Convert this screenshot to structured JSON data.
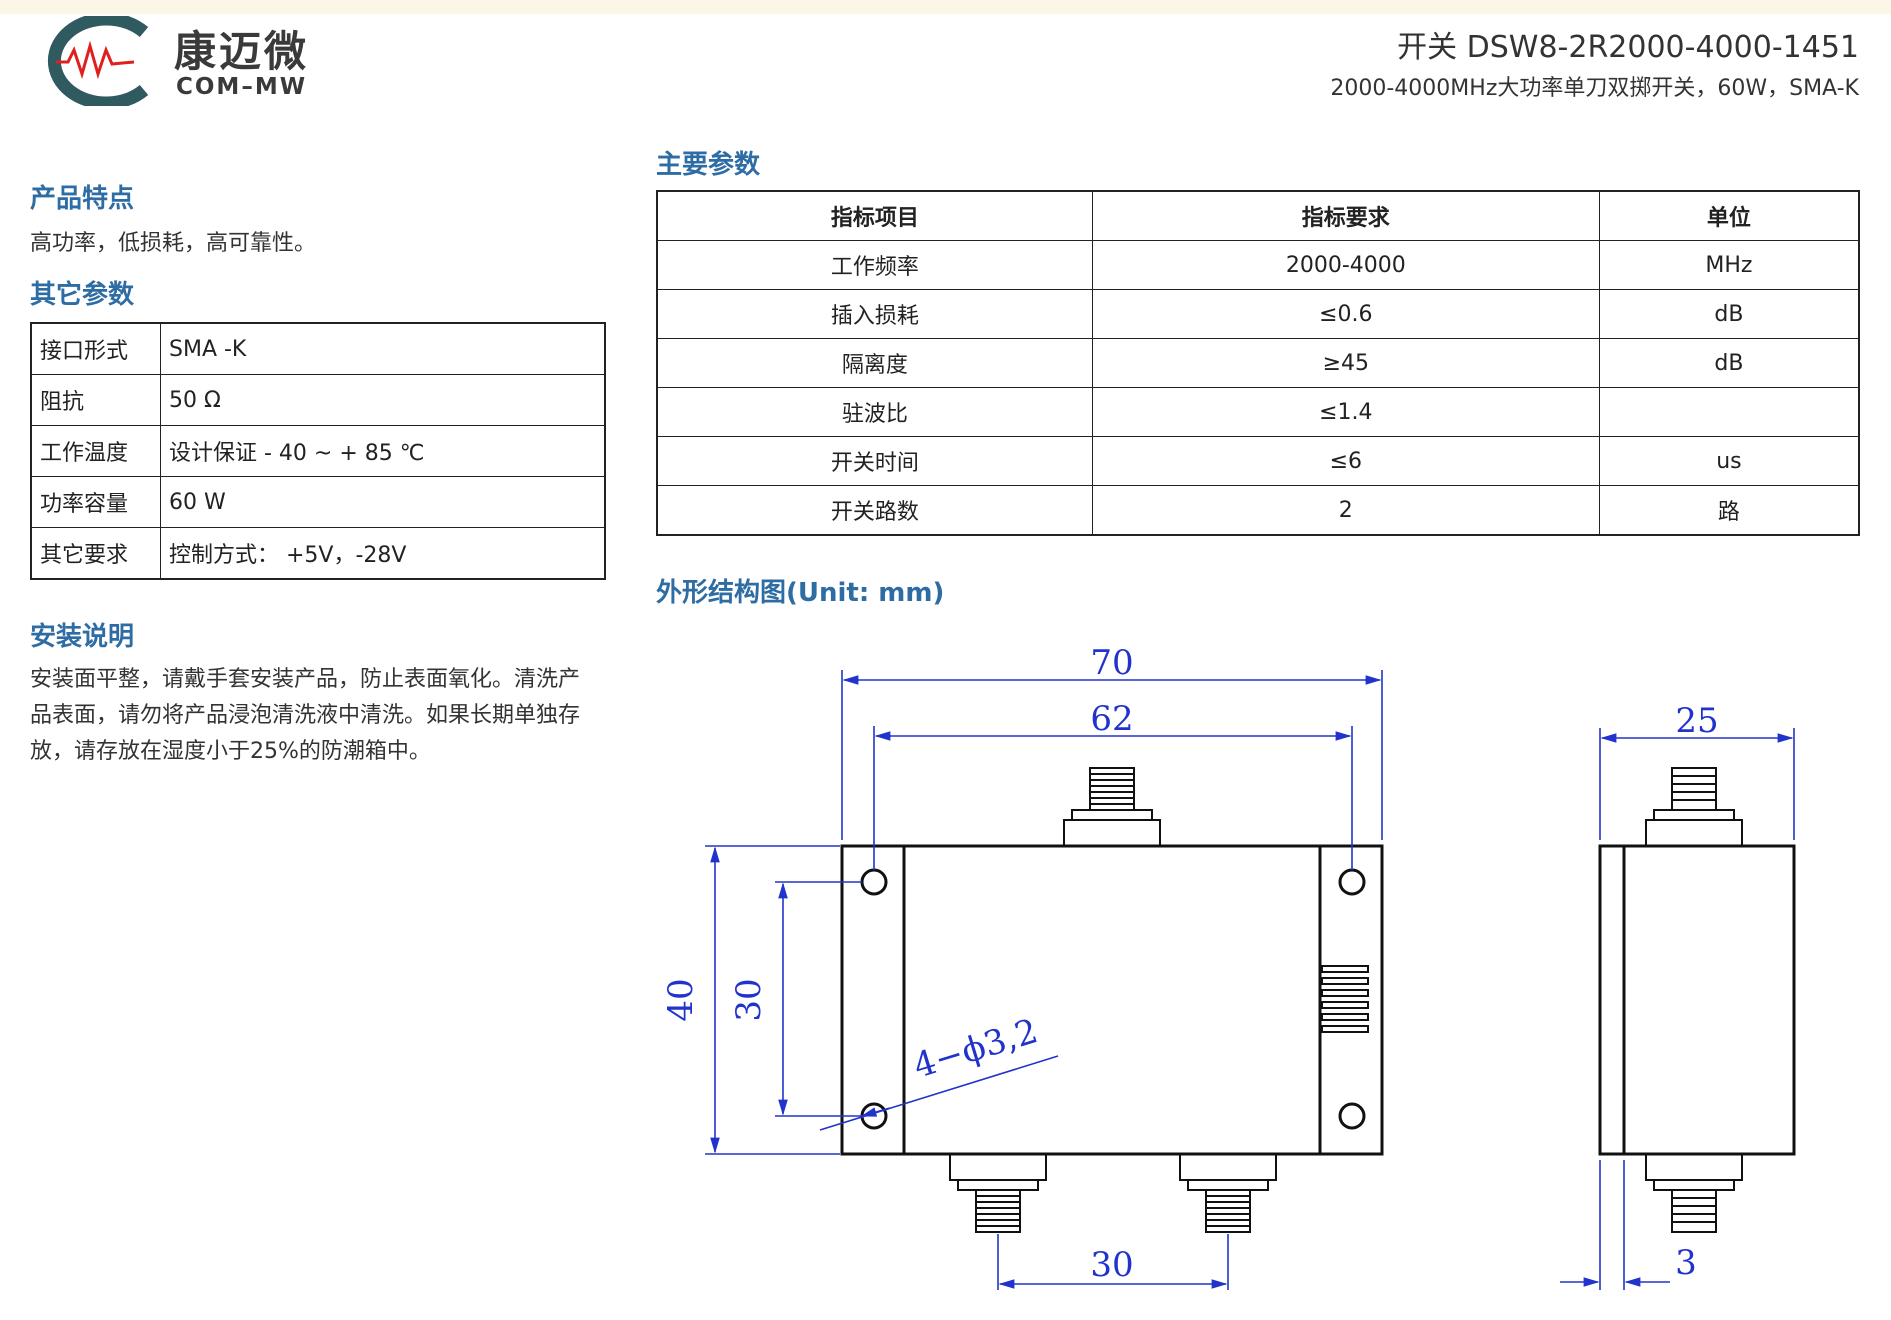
{
  "brand": {
    "name_cn": "康迈微",
    "name_en": "COM–MW",
    "logo_mark": "MW",
    "logo_color": "#2f5a5f",
    "wave_color": "#e02020"
  },
  "header": {
    "title": "开关 DSW8-2R2000-4000-1451",
    "subtitle": "2000-4000MHz大功率单刀双掷开关，60W，SMA-K"
  },
  "features": {
    "heading": "产品特点",
    "text": "高功率，低损耗，高可靠性。"
  },
  "other_params": {
    "heading": "其它参数",
    "rows": [
      {
        "key": "接口形式",
        "value": "SMA -K"
      },
      {
        "key": "阻抗",
        "value": "50 Ω"
      },
      {
        "key": "工作温度",
        "value": "设计保证 - 40 ~ + 85 ℃"
      },
      {
        "key": "功率容量",
        "value": "60 W"
      },
      {
        "key": "其它要求",
        "value": "控制方式： +5V，-28V"
      }
    ]
  },
  "install": {
    "heading": "安装说明",
    "lines": [
      "安装面平整，请戴手套安装产品，防止表面氧化。清洗产",
      "品表面，请勿将产品浸泡清洗液中清洗。如果长期单独存",
      "放，请存放在湿度小于25%的防潮箱中。"
    ]
  },
  "main_params": {
    "heading": "主要参数",
    "columns": [
      "指标项目",
      "指标要求",
      "单位"
    ],
    "rows": [
      [
        "工作频率",
        "2000-4000",
        "MHz"
      ],
      [
        "插入损耗",
        "≤0.6",
        "dB"
      ],
      [
        "隔离度",
        "≥45",
        "dB"
      ],
      [
        "驻波比",
        "≤1.4",
        ""
      ],
      [
        "开关时间",
        "≤6",
        "us"
      ],
      [
        "开关路数",
        "2",
        "路"
      ]
    ]
  },
  "drawing": {
    "heading": "外形结构图(Unit: mm)",
    "dims": {
      "width_total": "70",
      "width_holes": "62",
      "height_total": "40",
      "height_holes": "30",
      "port_spacing": "30",
      "depth": "25",
      "flange": "3",
      "hole_note": "4−ϕ3,2"
    },
    "dim_color": "#2233cc"
  }
}
